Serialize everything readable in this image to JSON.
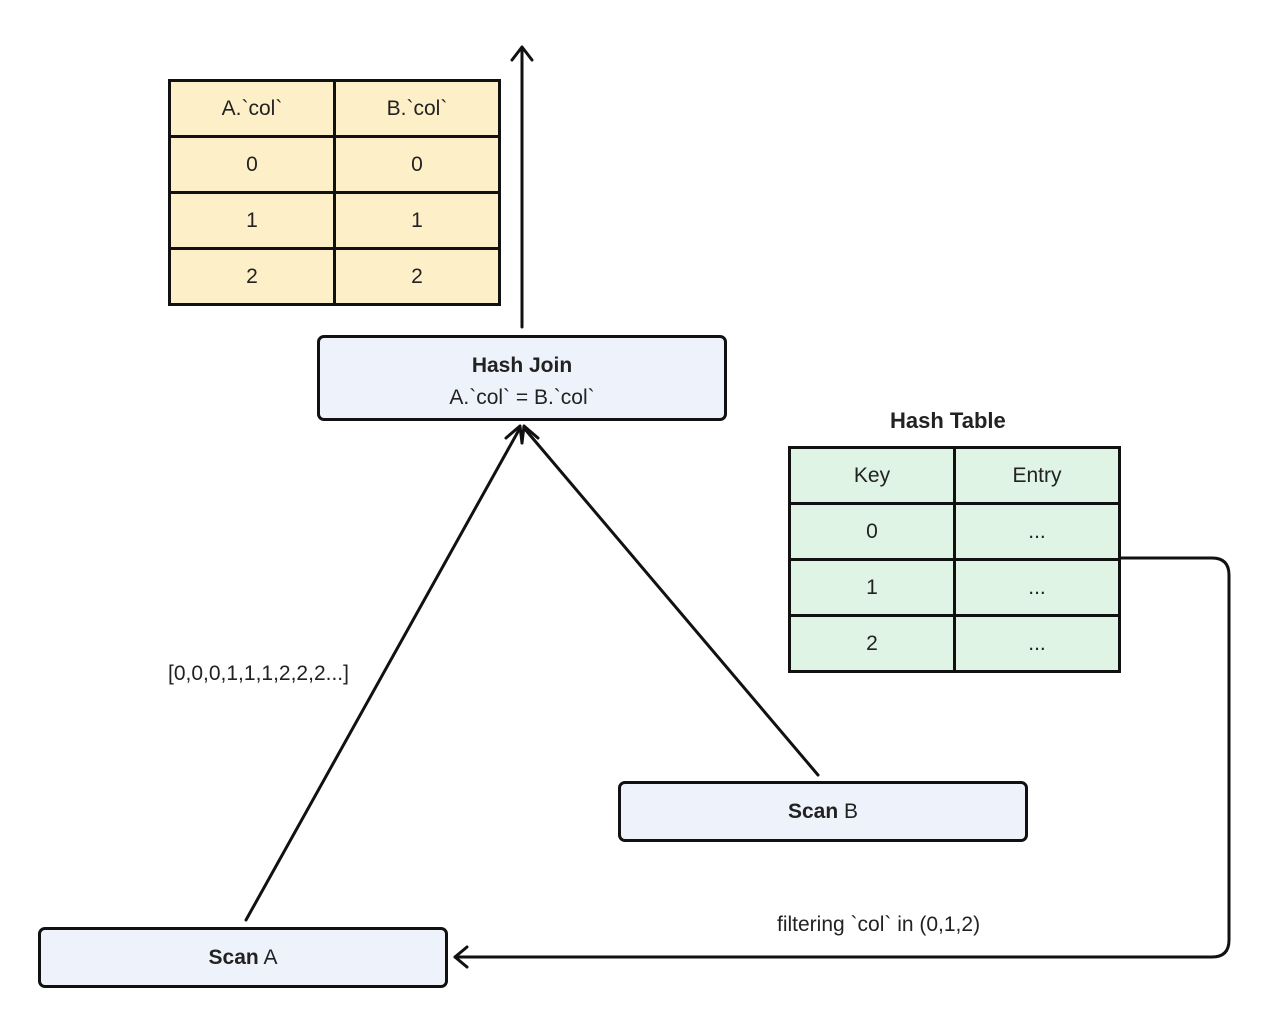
{
  "result_table": {
    "headers": [
      "A.`col`",
      "B.`col`"
    ],
    "rows": [
      [
        "0",
        "0"
      ],
      [
        "1",
        "1"
      ],
      [
        "2",
        "2"
      ]
    ],
    "background": "#fdf0c8"
  },
  "hash_join": {
    "title": "Hash Join",
    "condition": "A.`col` = B.`col`",
    "background": "#eef2fb"
  },
  "hash_table": {
    "title": "Hash Table",
    "headers": [
      "Key",
      "Entry"
    ],
    "rows": [
      [
        "0",
        "..."
      ],
      [
        "1",
        "..."
      ],
      [
        "2",
        "..."
      ]
    ],
    "background": "#dff4e4"
  },
  "scan_a": {
    "bold": "Scan",
    "name": "A"
  },
  "scan_b": {
    "bold": "Scan",
    "name": "B"
  },
  "stream_label": "[0,0,0,1,1,1,2,2,2...]",
  "filter_label": "filtering `col` in (0,1,2)"
}
